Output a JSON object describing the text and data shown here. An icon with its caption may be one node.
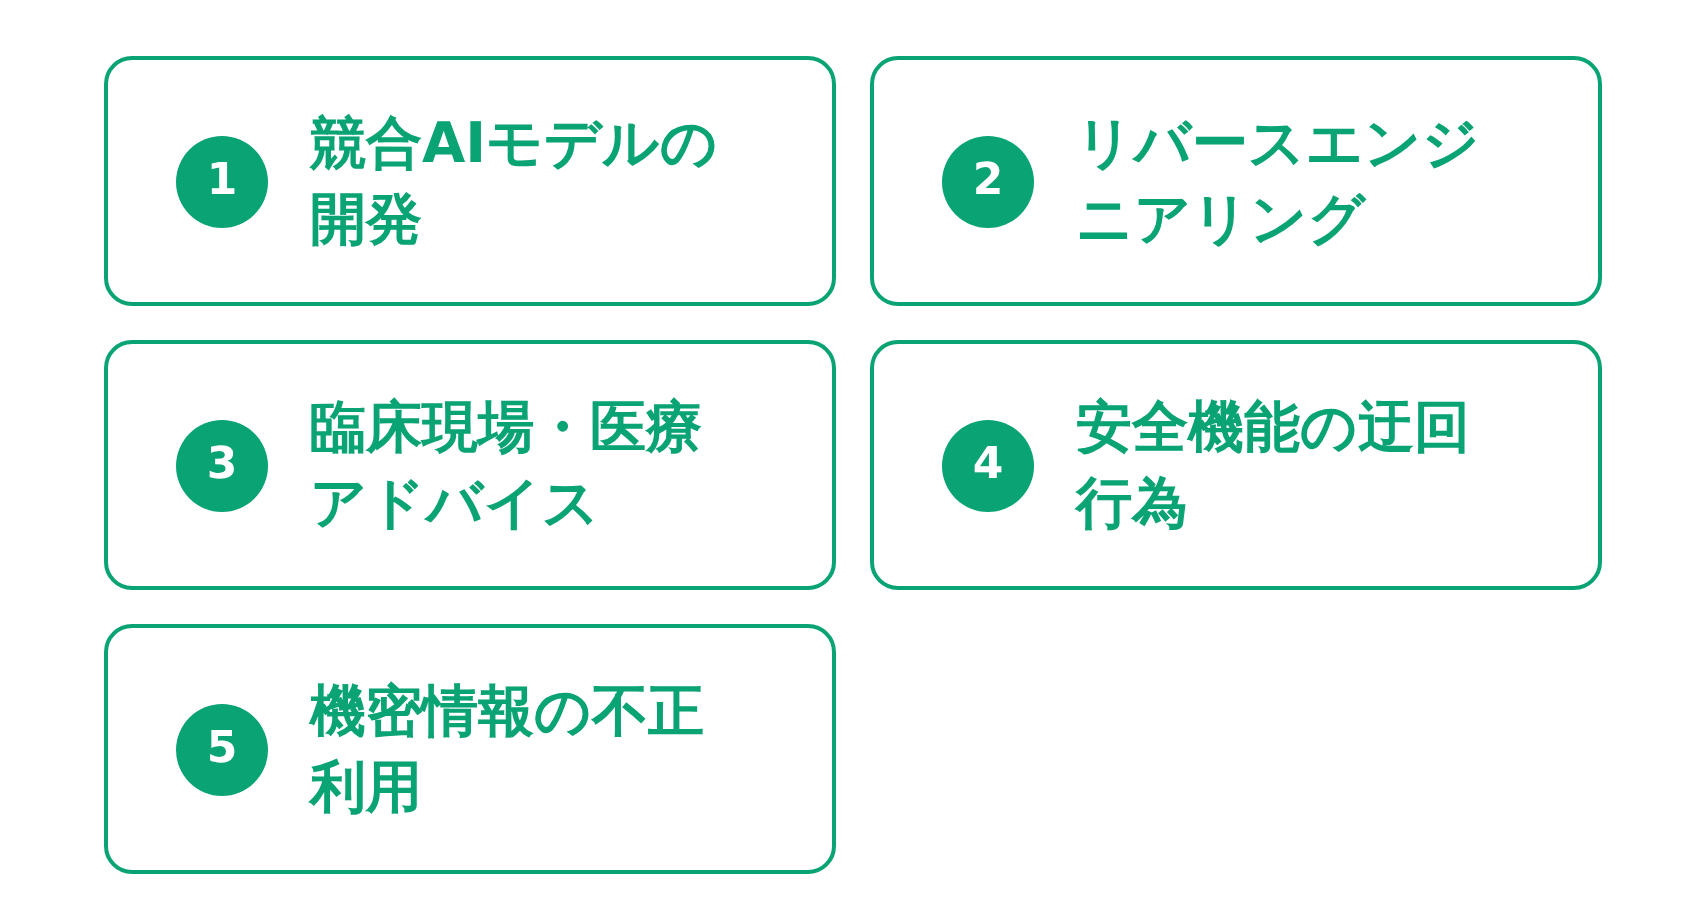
{
  "diagram": {
    "nodes": [
      {
        "text": [
          "1",
          "競合AIモデルの開発"
        ]
      },
      {
        "text": [
          "2",
          "リバースエンジニアリング"
        ]
      },
      {
        "text": [
          "3",
          "臨床現場・医療アドバイス"
        ]
      },
      {
        "text": [
          "4",
          "安全機能の迂回行為"
        ]
      },
      {
        "text": [
          "5",
          "機密情報の不正利用"
        ]
      }
    ]
  }
}
